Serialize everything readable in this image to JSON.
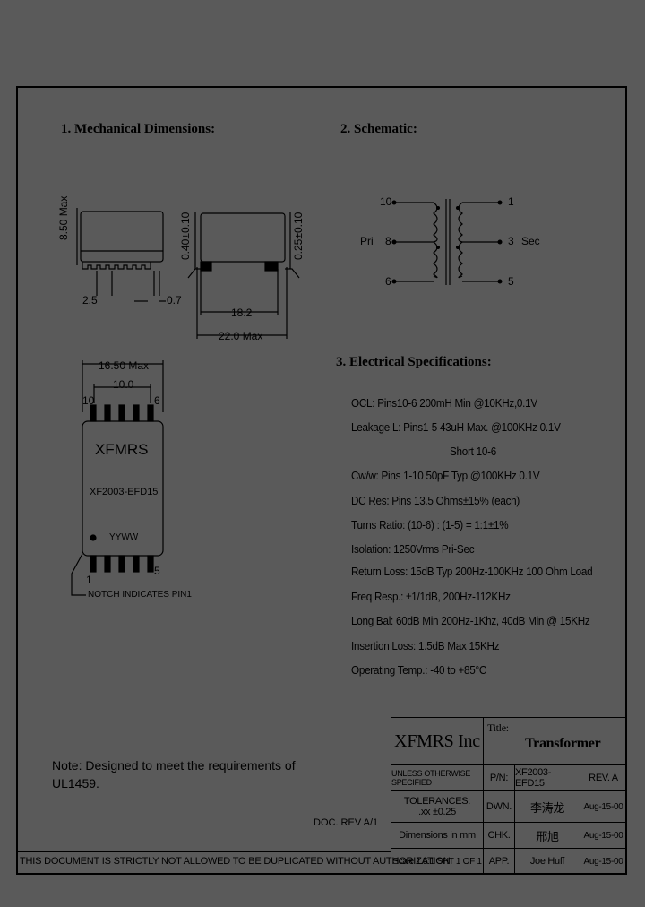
{
  "sections": {
    "mech": "1. Mechanical Dimensions:",
    "schem": "2. Schematic:",
    "elec": "3. Electrical   Specifications:"
  },
  "dims": {
    "height_max": "8.50 Max",
    "h1": "0.40±0.10",
    "h2": "0.25±0.10",
    "pitch": "2.5",
    "pin_w": "0.7",
    "len": "18.2",
    "len_max": "22.0 Max",
    "width_max": "16.50 Max",
    "pin_span": "10.0"
  },
  "part_top": {
    "pin10": "10",
    "pin6": "6",
    "pin1": "1",
    "pin5": "5",
    "brand": "XFMRS",
    "pn": "XF2003-EFD15",
    "date": "YYWW",
    "notch": "NOTCH INDICATES PIN1"
  },
  "schematic": {
    "p10": "10",
    "p8": "8",
    "p6": "6",
    "p1": "1",
    "p3": "3",
    "p5": "5",
    "pri": "Pri",
    "sec": "Sec"
  },
  "specs": [
    "OCL: Pins10-6 200mH Min @10KHz,0.1V",
    "Leakage L: Pins1-5  43uH Max. @100KHz 0.1V",
    "Short 10-6",
    "Cw/w: Pins 1-10 50pF Typ @100KHz 0.1V",
    "DC Res: Pins 13.5 Ohms±15% (each)",
    "Turns Ratio: (10-6) : (1-5) = 1:1±1%",
    "Isolation: 1250Vrms Pri-Sec",
    "Return Loss: 15dB Typ 200Hz-100KHz 100 Ohm Load",
    "Freq Resp.: ±1/1dB, 200Hz-112KHz",
    "Long Bal: 60dB Min 200Hz-1Khz, 40dB Min @ 15KHz",
    "Insertion Loss: 1.5dB Max 15KHz",
    "Operating Temp.: -40 to +85°C"
  ],
  "note": {
    "line1": "Note: Designed to meet the requirements of",
    "line2": "UL1459."
  },
  "doc_rev": "DOC. REV A/1",
  "footer": "THIS DOCUMENT IS STRICTLY NOT ALLOWED TO BE DUPLICATED WITHOUT AUTHORIZATION",
  "title_block": {
    "company": "XFMRS Inc",
    "title_label": "Title:",
    "title": "Transformer",
    "unless": "UNLESS OTHERWISE SPECIFIED",
    "tolerances": "TOLERANCES:",
    "tol_val": ".xx ±0.25",
    "dims_in": "Dimensions in mm",
    "scale": "Scale 1.5:1 SHT 1 OF 1",
    "pn_label": "P/N:",
    "pn": "XF2003-EFD15",
    "rev": "REV. A",
    "dwn_label": "DWN.",
    "dwn": "李涛龙",
    "dwn_date": "Aug-15-00",
    "chk_label": "CHK.",
    "chk": "邢旭",
    "chk_date": "Aug-15-00",
    "app_label": "APP.",
    "app": "Joe Huff",
    "app_date": "Aug-15-00"
  }
}
